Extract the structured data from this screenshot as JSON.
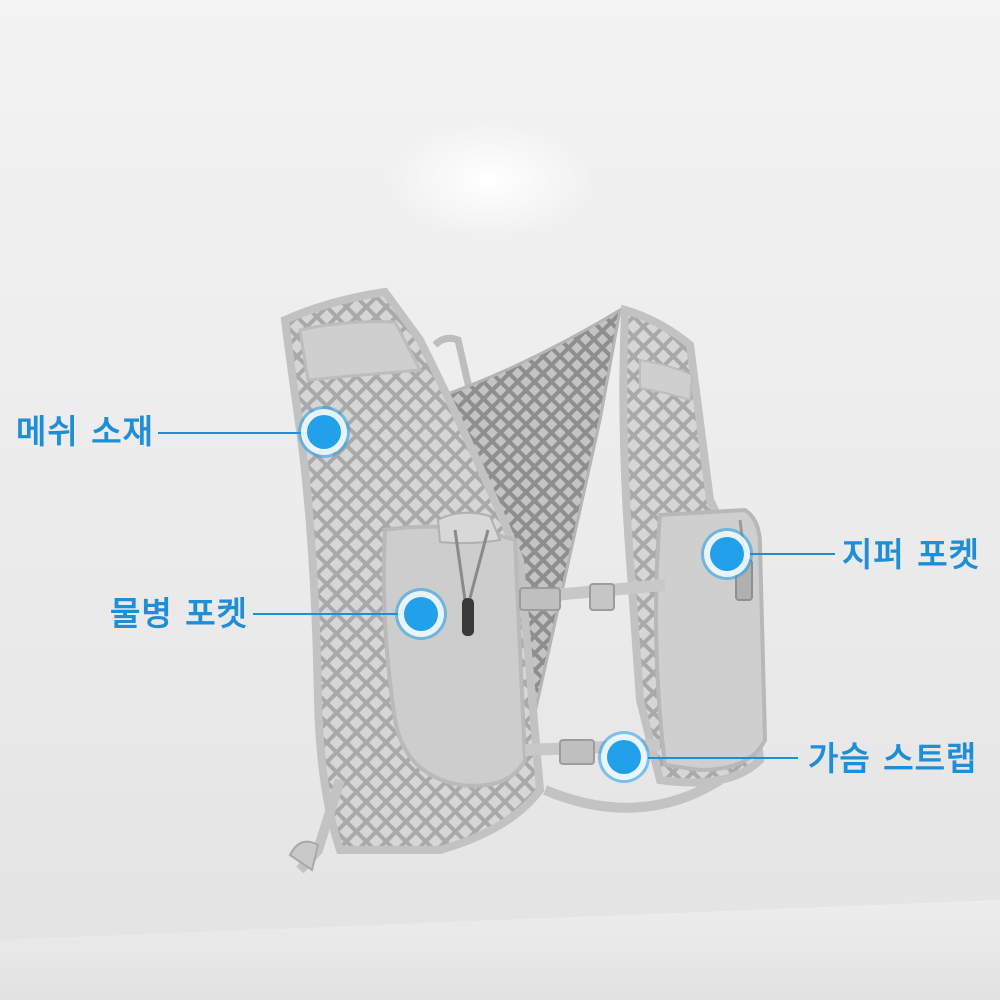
{
  "callouts": {
    "mesh": "메쉬 소재",
    "bottle_pocket": "물병 포켓",
    "zipper_pocket": "지퍼 포켓",
    "chest_strap": "가슴 스트랩"
  },
  "colors": {
    "accent": "#1e8fd6",
    "marker": "#22a0ea",
    "vest": "#c9c9c9",
    "background": "#ebebeb"
  },
  "icons": {
    "marker": "blue-dot-icon"
  }
}
